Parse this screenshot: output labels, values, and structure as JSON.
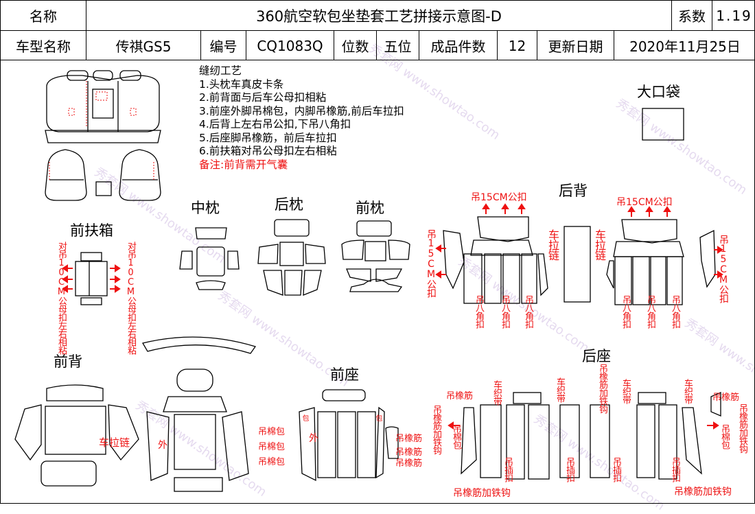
{
  "header": {
    "name_label": "名称",
    "title": "360航空软包坐垫套工艺拼接示意图-D",
    "coef_label": "系数",
    "coef_value": "1.19",
    "model_label": "车型名称",
    "model_value": "传祺GS5",
    "code_label": "编号",
    "code_value": "CQ1083Q",
    "seats_label": "位数",
    "seats_value": "五位",
    "pieces_label": "成品件数",
    "pieces_value": "12",
    "date_label": "更新日期",
    "date_value": "2020年11月25日"
  },
  "process": {
    "title": "缝纫工艺",
    "steps": [
      "1.头枕车真皮卡条",
      "2.前背面与后车公母扣相粘",
      "3.前座外脚吊棉包，内脚吊橡筋,前后车拉扣",
      "4.后背上左右吊公扣,下吊八角扣",
      "5.后座脚吊橡筋，前后车拉扣",
      "6.前扶箱对吊公母扣左右相粘"
    ],
    "note": "备注:前背需开气囊"
  },
  "sections": {
    "big_pocket": "大口袋",
    "front_armrest": "前扶箱",
    "middle_pillow": "中枕",
    "rear_pillow": "后枕",
    "front_pillow": "前枕",
    "rear_back": "后背",
    "front_back": "前背",
    "front_seat": "前座",
    "rear_seat": "后座"
  },
  "annotations": {
    "armrest_left": "对吊10CM公母扣左右相粘",
    "armrest_right": "对吊10CM公母扣左右相粘",
    "hang_15cm_male": "吊15CM公扣",
    "hang_15cm_male_v": "吊15CM公扣",
    "hang_octagon": "吊八角扣",
    "zipper_sew": "车拉链",
    "outer": "外",
    "cotton_pack": "吊棉包",
    "elastic": "吊橡筋",
    "elastic_hook": "吊橡筋加铁钩",
    "pack": "包",
    "pull_zipper": "车织带",
    "insert_hang": "吊插扣"
  },
  "watermark": "秀套网 www.showtao.com",
  "colors": {
    "accent_red": "#e11111",
    "watermark": "#c8a8e0"
  }
}
